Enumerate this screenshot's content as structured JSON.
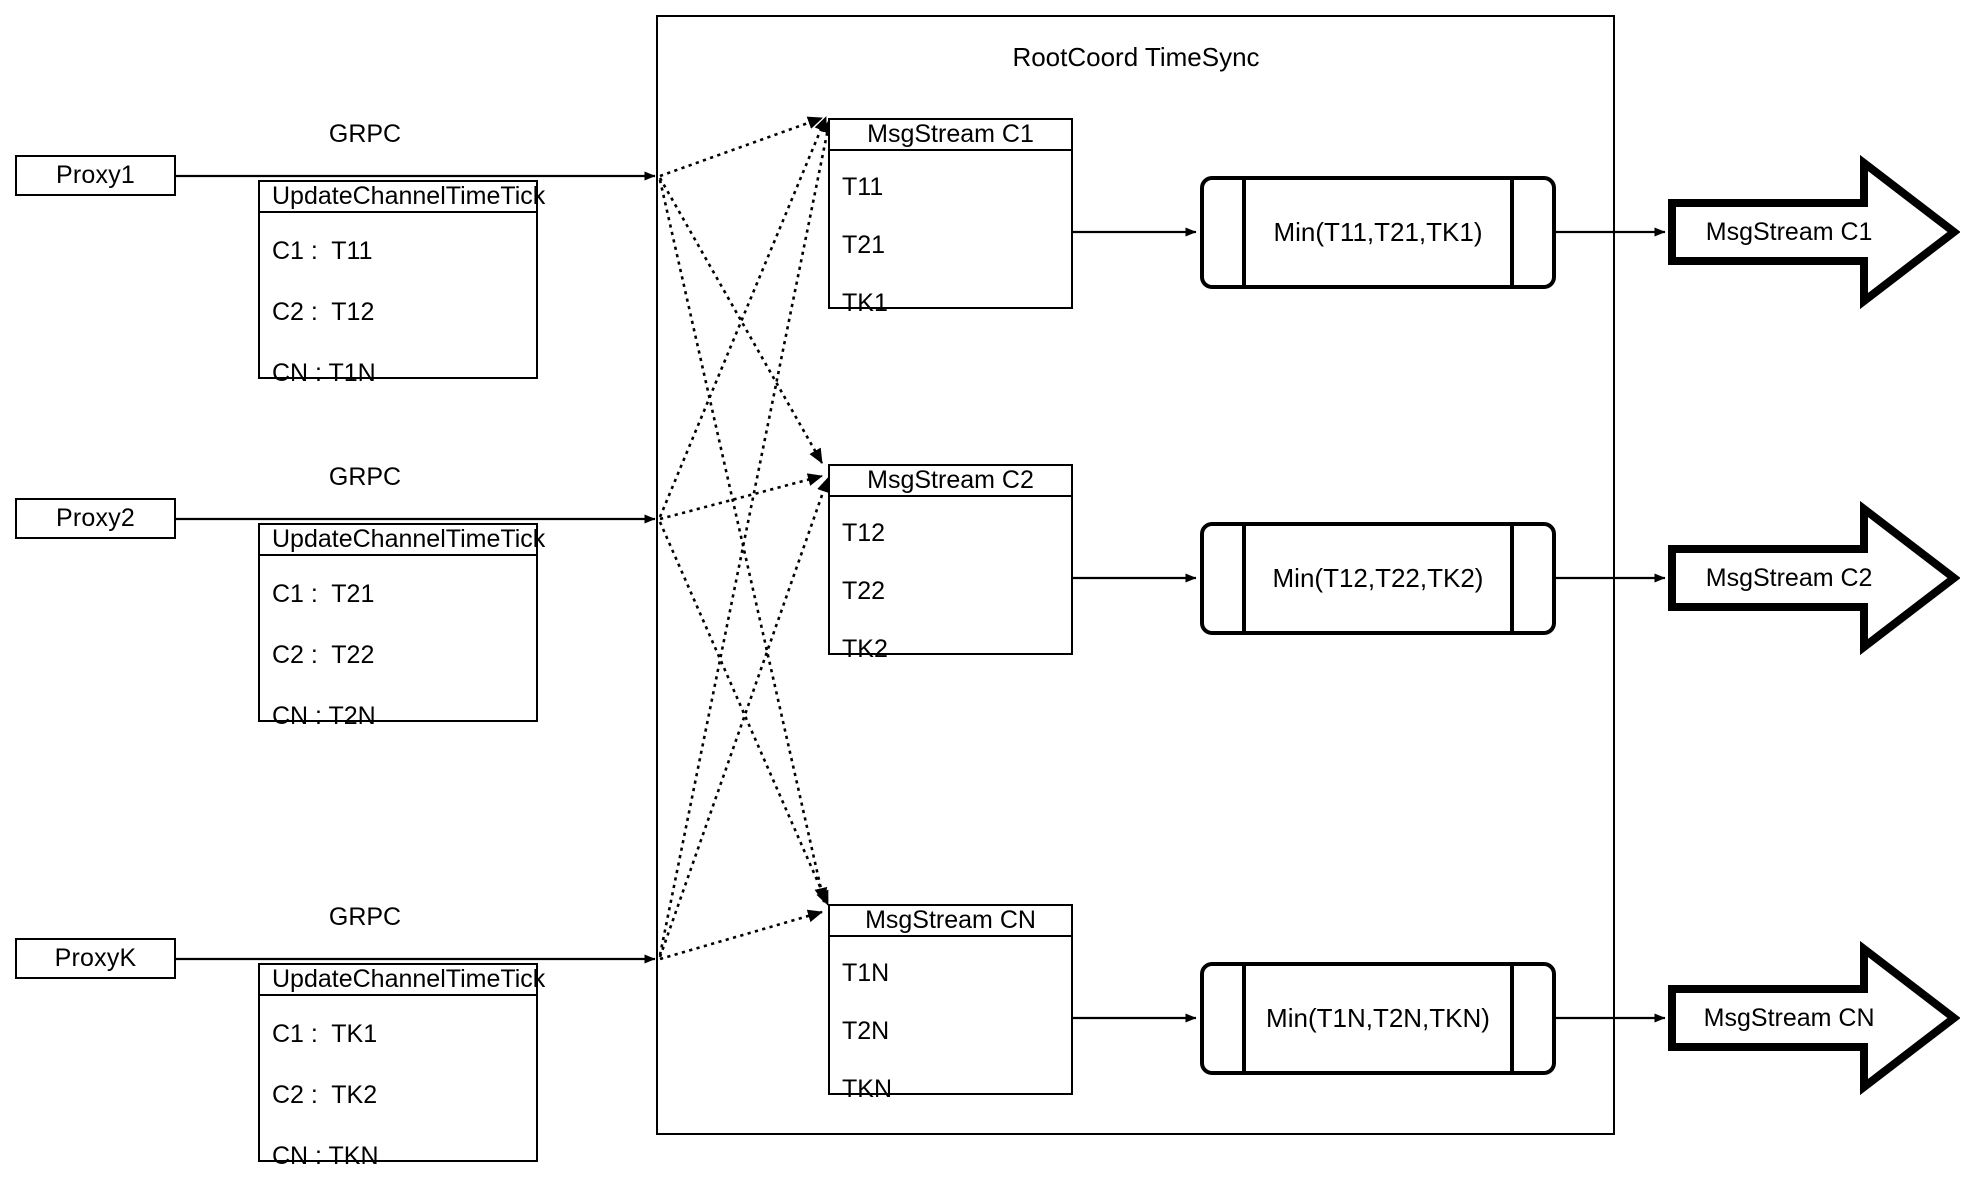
{
  "container": {
    "title": "RootCoord TimeSync"
  },
  "rows": [
    {
      "proxy": "Proxy1",
      "link_label": "GRPC",
      "request": {
        "header": "UpdateChannelTimeTick",
        "entries": [
          "C1 :  T11",
          "C2 :  T12",
          "CN : T1N"
        ]
      },
      "msgstream": {
        "header": "MsgStream C1",
        "entries": [
          "T11",
          "T21",
          "TK1"
        ]
      },
      "process": "Min(T11,T21,TK1)",
      "output": "MsgStream C1"
    },
    {
      "proxy": "Proxy2",
      "link_label": "GRPC",
      "request": {
        "header": "UpdateChannelTimeTick",
        "entries": [
          "C1 :  T21",
          "C2 :  T22",
          "CN : T2N"
        ]
      },
      "msgstream": {
        "header": "MsgStream C2",
        "entries": [
          "T12",
          "T22",
          "TK2"
        ]
      },
      "process": "Min(T12,T22,TK2)",
      "output": "MsgStream C2"
    },
    {
      "proxy": "ProxyK",
      "link_label": "GRPC",
      "request": {
        "header": "UpdateChannelTimeTick",
        "entries": [
          "C1 :  TK1",
          "C2 :  TK2",
          "CN : TKN"
        ]
      },
      "msgstream": {
        "header": "MsgStream CN",
        "entries": [
          "T1N",
          "T2N",
          "TKN"
        ]
      },
      "process": "Min(T1N,T2N,TKN)",
      "output": "MsgStream CN"
    }
  ],
  "colors": {
    "stroke": "#000000",
    "fill": "#ffffff"
  }
}
